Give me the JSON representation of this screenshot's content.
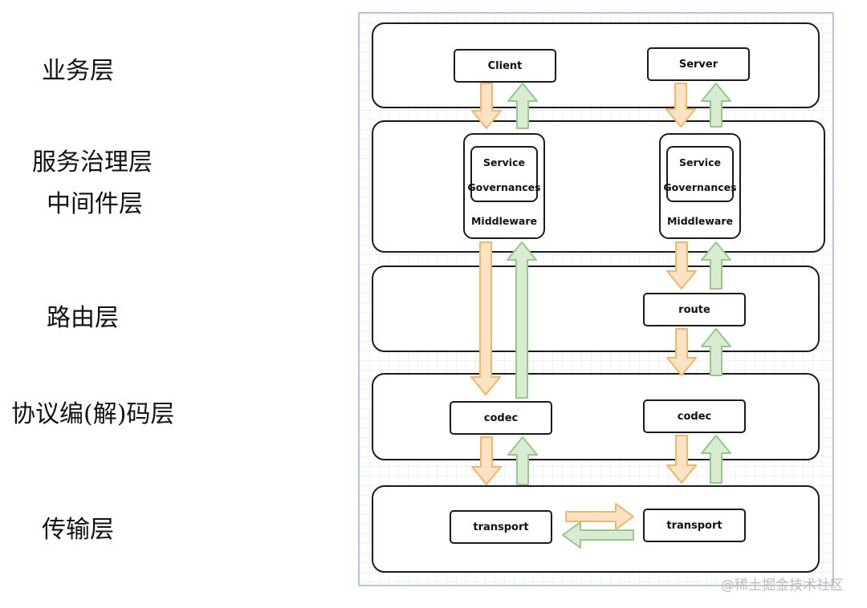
{
  "layers": {
    "business": "业务层",
    "governance_line1": "服务治理层",
    "governance_line2": "中间件层",
    "routing": "路由层",
    "codec": "协议编(解)码层",
    "transport": "传输层"
  },
  "nodes": {
    "client": "Client",
    "server": "Server",
    "route": "route",
    "codec_left": "codec",
    "codec_right": "codec",
    "transport_left": "transport",
    "transport_right": "transport"
  },
  "governance": {
    "service": "Service",
    "governances": "Governances",
    "middleware": "Middleware"
  },
  "watermark": "@稀土掘金技术社区",
  "colors": {
    "down_fill": "#fbe2c2",
    "down_stroke": "#f0b66a",
    "up_fill": "#d8ecd2",
    "up_stroke": "#97c78c",
    "border": "#1b1b1b"
  }
}
